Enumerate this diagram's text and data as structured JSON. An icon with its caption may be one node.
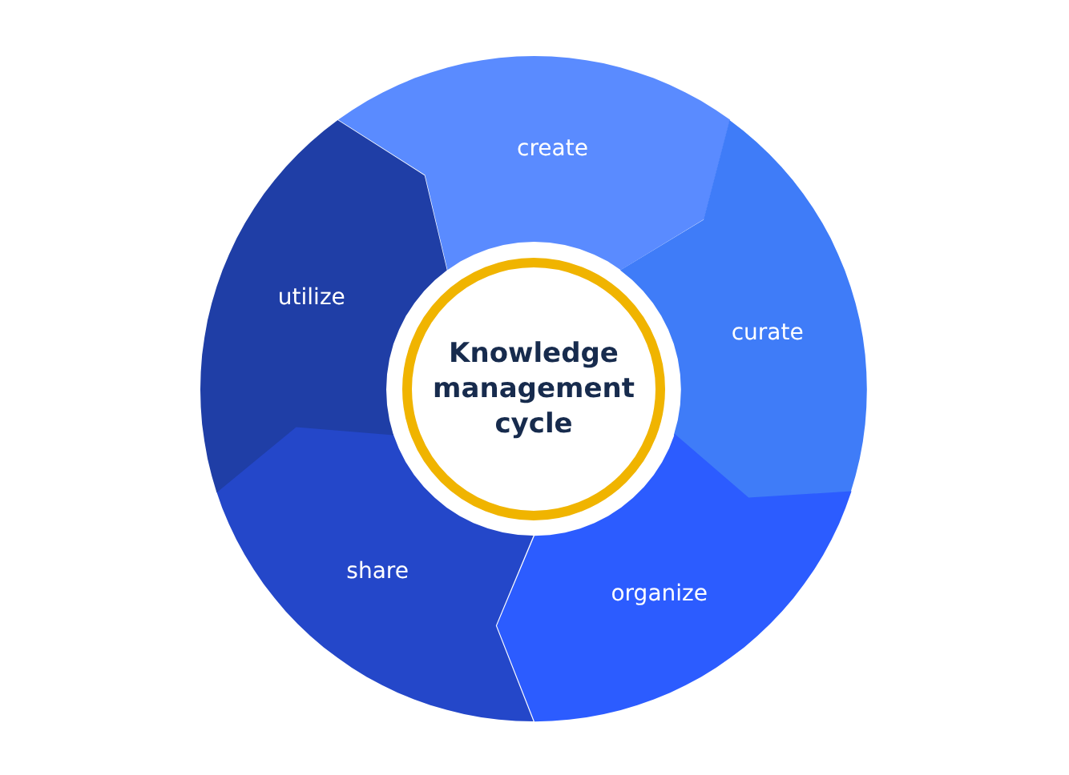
{
  "diagram": {
    "nodes": [
      {
        "text": [
          "Knowledge management cycle"
        ]
      },
      {
        "text": [
          "create"
        ]
      },
      {
        "text": [
          "curate"
        ]
      },
      {
        "text": [
          "organize"
        ]
      },
      {
        "text": [
          "share"
        ]
      },
      {
        "text": [
          "utilize"
        ]
      }
    ]
  }
}
